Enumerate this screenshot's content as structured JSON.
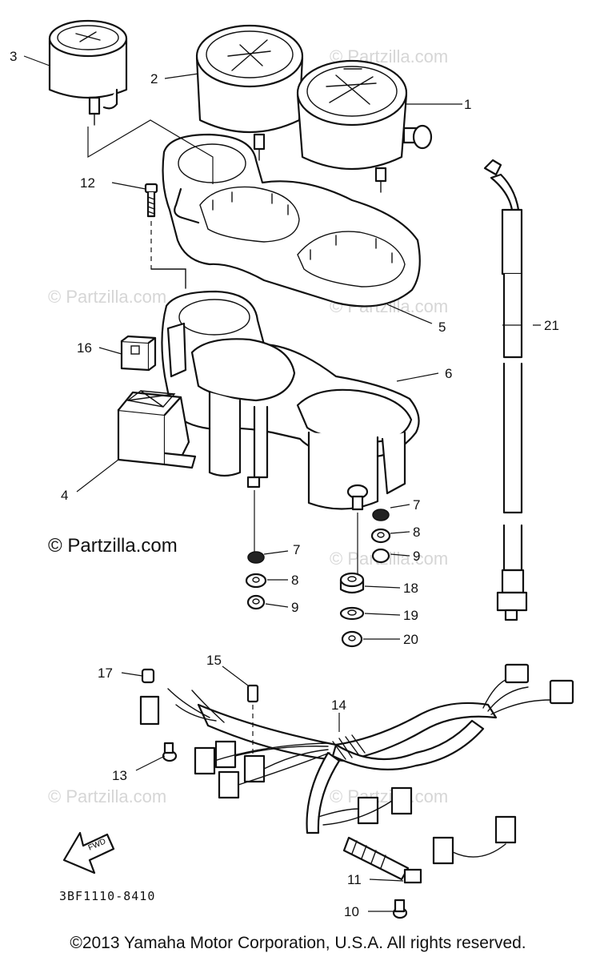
{
  "diagram": {
    "callouts": {
      "c1": "1",
      "c2": "2",
      "c3": "3",
      "c4": "4",
      "c5": "5",
      "c6": "6",
      "c7a": "7",
      "c7b": "7",
      "c8a": "8",
      "c8b": "8",
      "c9a": "9",
      "c9b": "9",
      "c10": "10",
      "c11": "11",
      "c12": "12",
      "c13": "13",
      "c14": "14",
      "c15": "15",
      "c16": "16",
      "c17": "17",
      "c18": "18",
      "c19": "19",
      "c20": "20",
      "c21": "21"
    },
    "watermark": "© Partzilla.com",
    "partzilla_mark": "© Partzilla.com",
    "drawing_code": "3BF1110-8410",
    "fwd_label": "FWD",
    "copyright": "©2013 Yamaha Motor Corporation, U.S.A. All rights reserved."
  }
}
